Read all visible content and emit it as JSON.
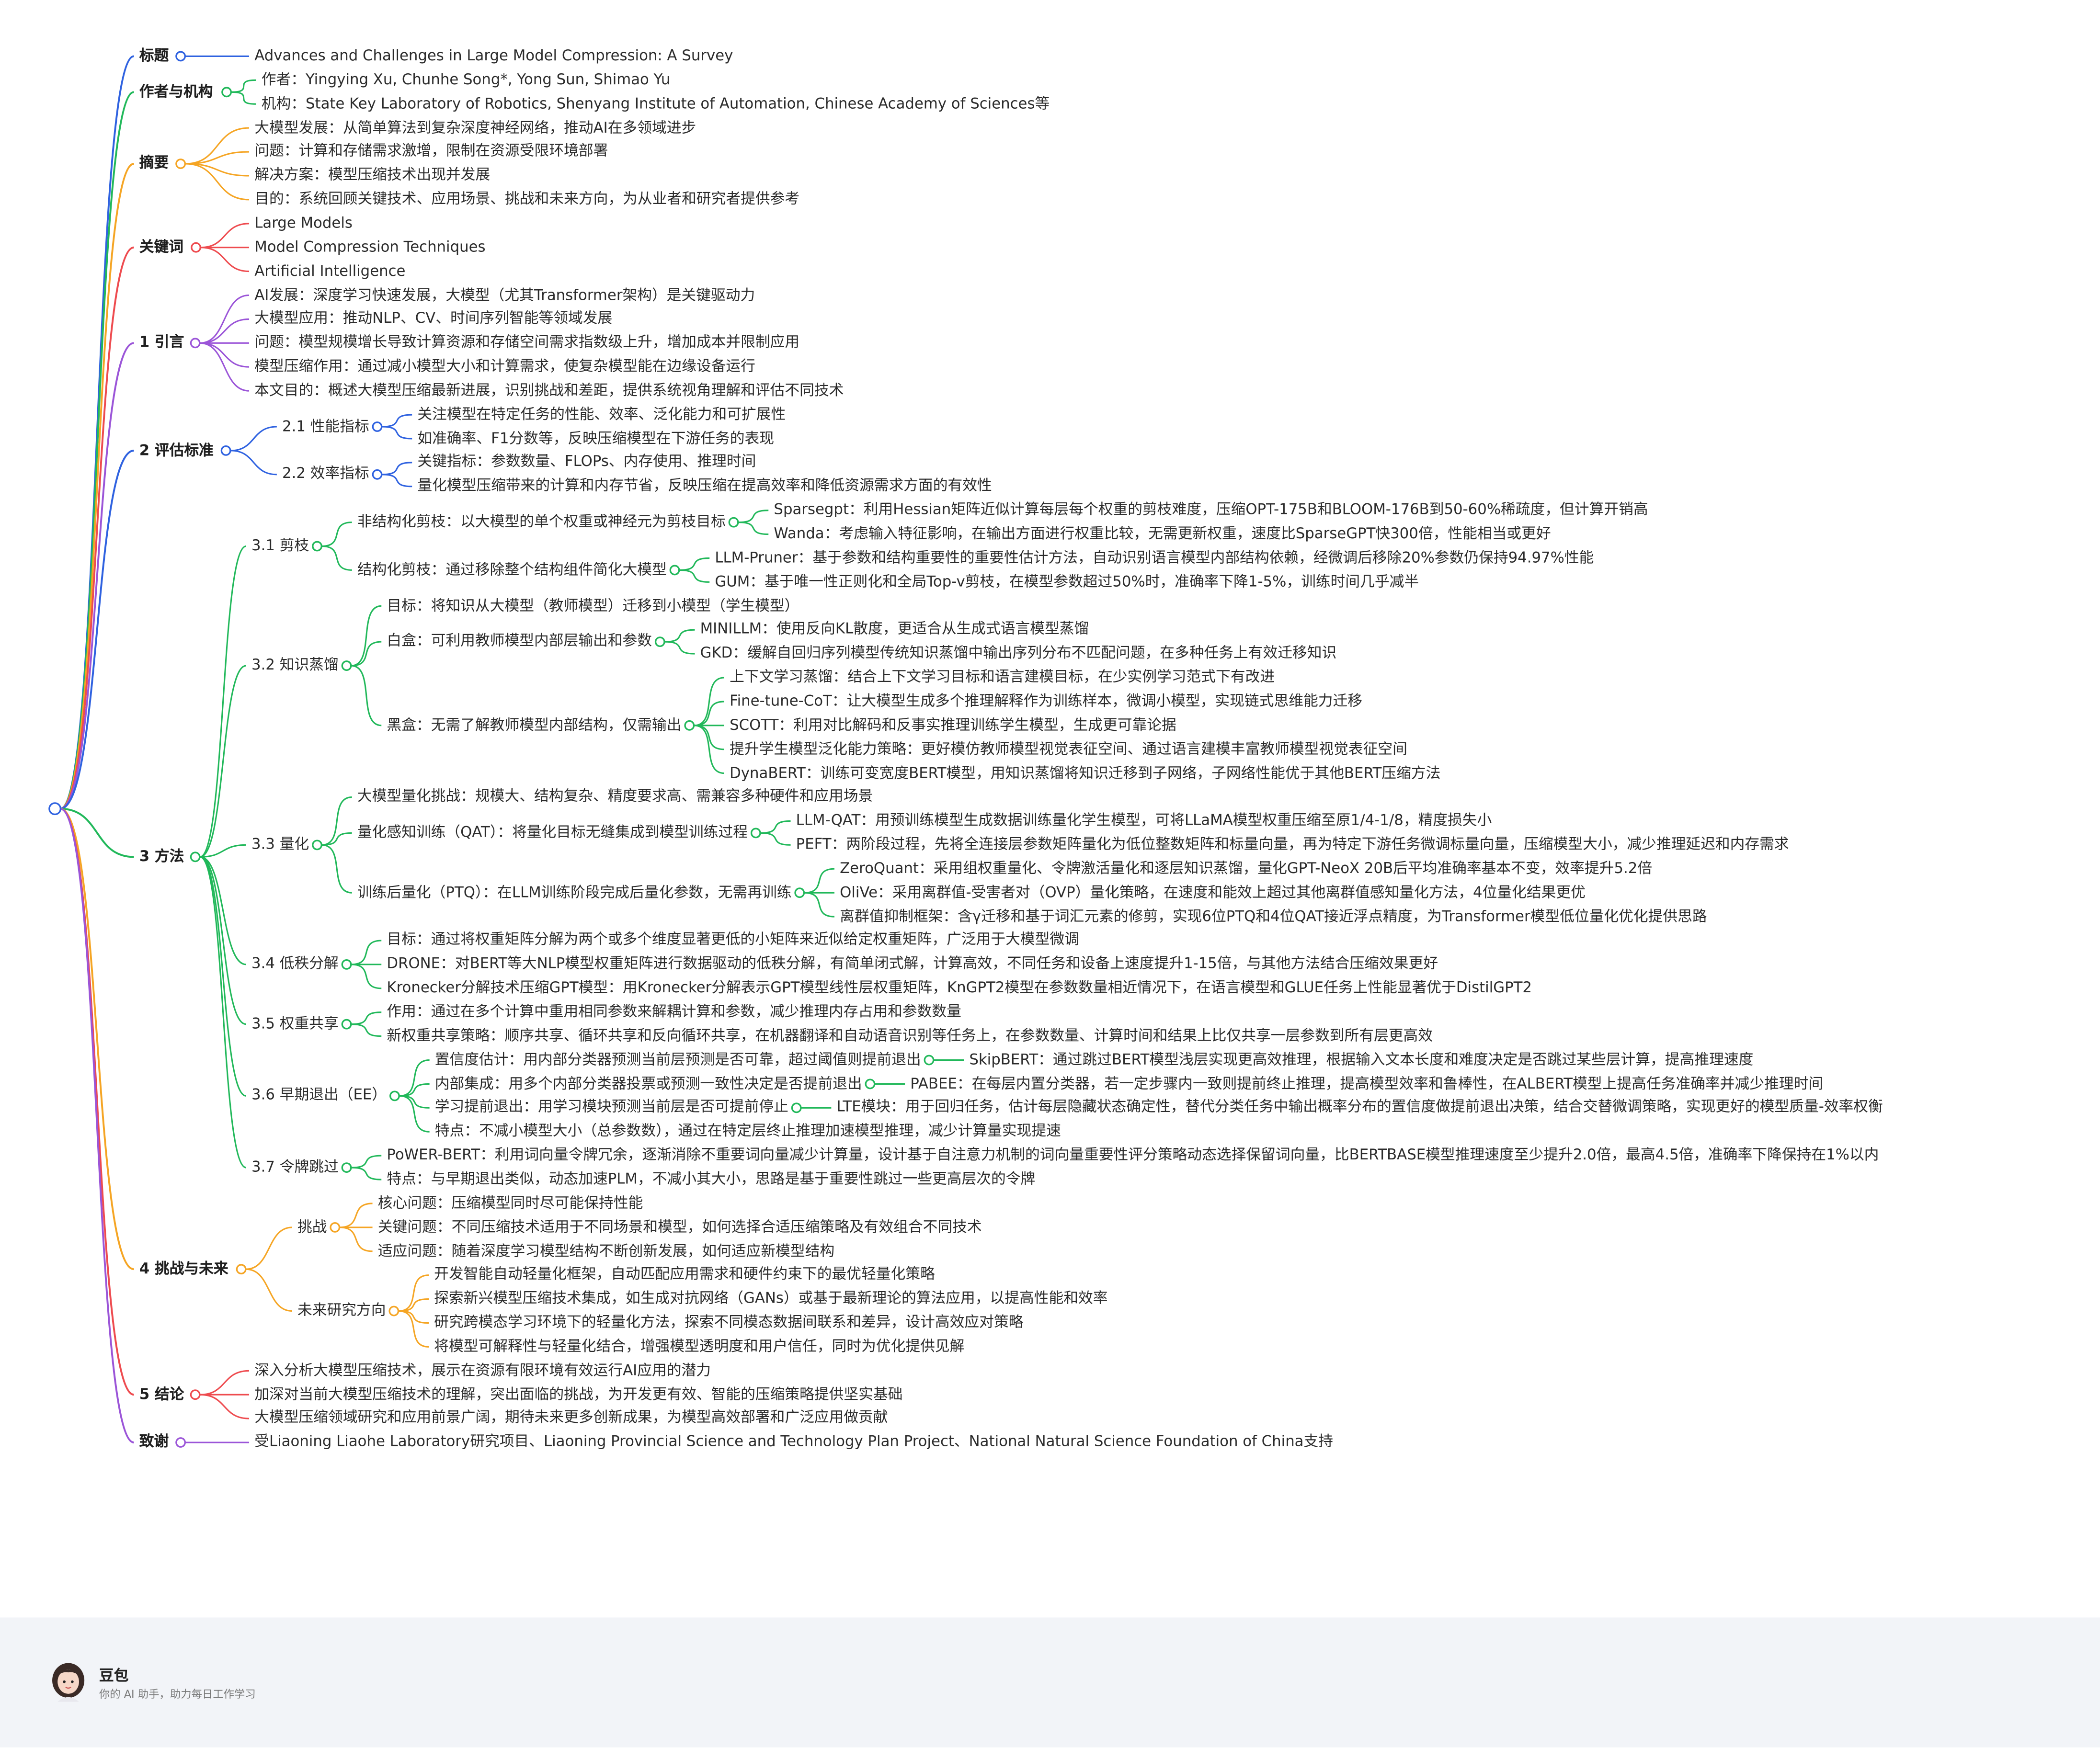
{
  "colors": {
    "blue": "#2f62e0",
    "green": "#21b85a",
    "orange": "#f5a524",
    "red": "#ee4b4f",
    "purple": "#9b55d8"
  },
  "footer": {
    "app_name": "豆包",
    "tagline": "你的 AI 助手，助力每日工作学习",
    "avatar_icon": "girl-avatar-icon"
  },
  "mindmap": {
    "branches": [
      {
        "label": "标题",
        "color": "blue",
        "children": [
          {
            "label": "Advances and Challenges in Large Model Compression: A Survey"
          }
        ]
      },
      {
        "label": "作者与机构",
        "color": "green",
        "children": [
          {
            "label": "作者：Yingying Xu, Chunhe Song*, Yong Sun, Shimao Yu"
          },
          {
            "label": "机构：State Key Laboratory of Robotics, Shenyang Institute of Automation, Chinese Academy of Sciences等"
          }
        ]
      },
      {
        "label": "摘要",
        "color": "orange",
        "children": [
          {
            "label": "大模型发展：从简单算法到复杂深度神经网络，推动AI在多领域进步"
          },
          {
            "label": "问题：计算和存储需求激增，限制在资源受限环境部署"
          },
          {
            "label": "解决方案：模型压缩技术出现并发展"
          },
          {
            "label": "目的：系统回顾关键技术、应用场景、挑战和未来方向，为从业者和研究者提供参考"
          }
        ]
      },
      {
        "label": "关键词",
        "color": "red",
        "children": [
          {
            "label": "Large Models"
          },
          {
            "label": "Model Compression Techniques"
          },
          {
            "label": "Artificial Intelligence"
          }
        ]
      },
      {
        "label": "1 引言",
        "color": "purple",
        "children": [
          {
            "label": "AI发展：深度学习快速发展，大模型（尤其Transformer架构）是关键驱动力"
          },
          {
            "label": "大模型应用：推动NLP、CV、时间序列智能等领域发展"
          },
          {
            "label": "问题：模型规模增长导致计算资源和存储空间需求指数级上升，增加成本并限制应用"
          },
          {
            "label": "模型压缩作用：通过减小模型大小和计算需求，使复杂模型能在边缘设备运行"
          },
          {
            "label": "本文目的：概述大模型压缩最新进展，识别挑战和差距，提供系统视角理解和评估不同技术"
          }
        ]
      },
      {
        "label": "2 评估标准",
        "color": "blue",
        "children": [
          {
            "label": "2.1 性能指标",
            "children": [
              {
                "label": "关注模型在特定任务的性能、效率、泛化能力和可扩展性"
              },
              {
                "label": "如准确率、F1分数等，反映压缩模型在下游任务的表现"
              }
            ]
          },
          {
            "label": "2.2 效率指标",
            "children": [
              {
                "label": "关键指标：参数数量、FLOPs、内存使用、推理时间"
              },
              {
                "label": "量化模型压缩带来的计算和内存节省，反映压缩在提高效率和降低资源需求方面的有效性"
              }
            ]
          }
        ]
      },
      {
        "label": "3 方法",
        "color": "green",
        "children": [
          {
            "label": "3.1 剪枝",
            "children": [
              {
                "label": "非结构化剪枝：以大模型的单个权重或神经元为剪枝目标",
                "children": [
                  {
                    "label": "Sparsegpt：利用Hessian矩阵近似计算每层每个权重的剪枝难度，压缩OPT-175B和BLOOM-176B到50-60%稀疏度，但计算开销高"
                  },
                  {
                    "label": "Wanda：考虑输入特征影响，在输出方面进行权重比较，无需更新权重，速度比SparseGPT快300倍，性能相当或更好"
                  }
                ]
              },
              {
                "label": "结构化剪枝：通过移除整个结构组件简化大模型",
                "children": [
                  {
                    "label": "LLM-Pruner：基于参数和结构重要性的重要性估计方法，自动识别语言模型内部结构依赖，经微调后移除20%参数仍保持94.97%性能"
                  },
                  {
                    "label": "GUM：基于唯一性正则化和全局Top-v剪枝，在模型参数超过50%时，准确率下降1-5%，训练时间几乎减半"
                  }
                ]
              }
            ]
          },
          {
            "label": "3.2 知识蒸馏",
            "children": [
              {
                "label": "目标：将知识从大模型（教师模型）迁移到小模型（学生模型）"
              },
              {
                "label": "白盒：可利用教师模型内部层输出和参数",
                "children": [
                  {
                    "label": "MINILLM：使用反向KL散度，更适合从生成式语言模型蒸馏"
                  },
                  {
                    "label": "GKD：缓解自回归序列模型传统知识蒸馏中输出序列分布不匹配问题，在多种任务上有效迁移知识"
                  }
                ]
              },
              {
                "label": "黑盒：无需了解教师模型内部结构，仅需输出",
                "children": [
                  {
                    "label": "上下文学习蒸馏：结合上下文学习目标和语言建模目标，在少实例学习范式下有改进"
                  },
                  {
                    "label": "Fine-tune-CoT：让大模型生成多个推理解释作为训练样本，微调小模型，实现链式思维能力迁移"
                  },
                  {
                    "label": "SCOTT：利用对比解码和反事实推理训练学生模型，生成更可靠论据"
                  },
                  {
                    "label": "提升学生模型泛化能力策略：更好模仿教师模型视觉表征空间、通过语言建模丰富教师模型视觉表征空间"
                  },
                  {
                    "label": "DynaBERT：训练可变宽度BERT模型，用知识蒸馏将知识迁移到子网络，子网络性能优于其他BERT压缩方法"
                  }
                ]
              }
            ]
          },
          {
            "label": "3.3 量化",
            "children": [
              {
                "label": "大模型量化挑战：规模大、结构复杂、精度要求高、需兼容多种硬件和应用场景"
              },
              {
                "label": "量化感知训练（QAT）：将量化目标无缝集成到模型训练过程",
                "children": [
                  {
                    "label": "LLM-QAT：用预训练模型生成数据训练量化学生模型，可将LLaMA模型权重压缩至原1/4-1/8，精度损失小"
                  },
                  {
                    "label": "PEFT：两阶段过程，先将全连接层参数矩阵量化为低位整数矩阵和标量向量，再为特定下游任务微调标量向量，压缩模型大小，减少推理延迟和内存需求"
                  }
                ]
              },
              {
                "label": "训练后量化（PTQ）：在LLM训练阶段完成后量化参数，无需再训练",
                "children": [
                  {
                    "label": "ZeroQuant：采用组权重量化、令牌激活量化和逐层知识蒸馏，量化GPT-NeoX 20B后平均准确率基本不变，效率提升5.2倍"
                  },
                  {
                    "label": "OliVe：采用离群值-受害者对（OVP）量化策略，在速度和能效上超过其他离群值感知量化方法，4位量化结果更优"
                  },
                  {
                    "label": "离群值抑制框架：含γ迁移和基于词汇元素的修剪，实现6位PTQ和4位QAT接近浮点精度，为Transformer模型低位量化优化提供思路"
                  }
                ]
              }
            ]
          },
          {
            "label": "3.4 低秩分解",
            "children": [
              {
                "label": "目标：通过将权重矩阵分解为两个或多个维度显著更低的小矩阵来近似给定权重矩阵，广泛用于大模型微调"
              },
              {
                "label": "DRONE：对BERT等大NLP模型权重矩阵进行数据驱动的低秩分解，有简单闭式解，计算高效，不同任务和设备上速度提升1-15倍，与其他方法结合压缩效果更好"
              },
              {
                "label": "Kronecker分解技术压缩GPT模型：用Kronecker分解表示GPT模型线性层权重矩阵，KnGPT2模型在参数数量相近情况下，在语言模型和GLUE任务上性能显著优于DistilGPT2"
              }
            ]
          },
          {
            "label": "3.5 权重共享",
            "children": [
              {
                "label": "作用：通过在多个计算中重用相同参数来解耦计算和参数，减少推理内存占用和参数数量"
              },
              {
                "label": "新权重共享策略：顺序共享、循环共享和反向循环共享，在机器翻译和自动语音识别等任务上，在参数数量、计算时间和结果上比仅共享一层参数到所有层更高效"
              }
            ]
          },
          {
            "label": "3.6 早期退出（EE）",
            "children": [
              {
                "label": "置信度估计：用内部分类器预测当前层预测是否可靠，超过阈值则提前退出",
                "children": [
                  {
                    "label": "SkipBERT：通过跳过BERT模型浅层实现更高效推理，根据输入文本长度和难度决定是否跳过某些层计算，提高推理速度"
                  }
                ]
              },
              {
                "label": "内部集成：用多个内部分类器投票或预测一致性决定是否提前退出",
                "children": [
                  {
                    "label": "PABEE：在每层内置分类器，若一定步骤内一致则提前终止推理，提高模型效率和鲁棒性，在ALBERT模型上提高任务准确率并减少推理时间"
                  }
                ]
              },
              {
                "label": "学习提前退出：用学习模块预测当前层是否可提前停止",
                "children": [
                  {
                    "label": "LTE模块：用于回归任务，估计每层隐藏状态确定性，替代分类任务中输出概率分布的置信度做提前退出决策，结合交替微调策略，实现更好的模型质量-效率权衡"
                  }
                ]
              },
              {
                "label": "特点：不减小模型大小（总参数数），通过在特定层终止推理加速模型推理，减少计算量实现提速"
              }
            ]
          },
          {
            "label": "3.7 令牌跳过",
            "children": [
              {
                "label": "PoWER-BERT：利用词向量令牌冗余，逐渐消除不重要词向量减少计算量，设计基于自注意力机制的词向量重要性评分策略动态选择保留词向量，比BERTBASE模型推理速度至少提升2.0倍，最高4.5倍，准确率下降保持在1%以内"
              },
              {
                "label": "特点：与早期退出类似，动态加速PLM，不减小其大小，思路是基于重要性跳过一些更高层次的令牌"
              }
            ]
          }
        ]
      },
      {
        "label": "4 挑战与未来",
        "color": "orange",
        "children": [
          {
            "label": "挑战",
            "children": [
              {
                "label": "核心问题：压缩模型同时尽可能保持性能"
              },
              {
                "label": "关键问题：不同压缩技术适用于不同场景和模型，如何选择合适压缩策略及有效组合不同技术"
              },
              {
                "label": "适应问题：随着深度学习模型结构不断创新发展，如何适应新模型结构"
              }
            ]
          },
          {
            "label": "未来研究方向",
            "children": [
              {
                "label": "开发智能自动轻量化框架，自动匹配应用需求和硬件约束下的最优轻量化策略"
              },
              {
                "label": "探索新兴模型压缩技术集成，如生成对抗网络（GANs）或基于最新理论的算法应用，以提高性能和效率"
              },
              {
                "label": "研究跨模态学习环境下的轻量化方法，探索不同模态数据间联系和差异，设计高效应对策略"
              },
              {
                "label": "将模型可解释性与轻量化结合，增强模型透明度和用户信任，同时为优化提供见解"
              }
            ]
          }
        ]
      },
      {
        "label": "5 结论",
        "color": "red",
        "children": [
          {
            "label": "深入分析大模型压缩技术，展示在资源有限环境有效运行AI应用的潜力"
          },
          {
            "label": "加深对当前大模型压缩技术的理解，突出面临的挑战，为开发更有效、智能的压缩策略提供坚实基础"
          },
          {
            "label": "大模型压缩领域研究和应用前景广阔，期待未来更多创新成果，为模型高效部署和广泛应用做贡献"
          }
        ]
      },
      {
        "label": "致谢",
        "color": "purple",
        "children": [
          {
            "label": "受Liaoning Liaohe Laboratory研究项目、Liaoning Provincial Science and Technology Plan Project、National Natural Science Foundation of China支持"
          }
        ]
      }
    ]
  }
}
